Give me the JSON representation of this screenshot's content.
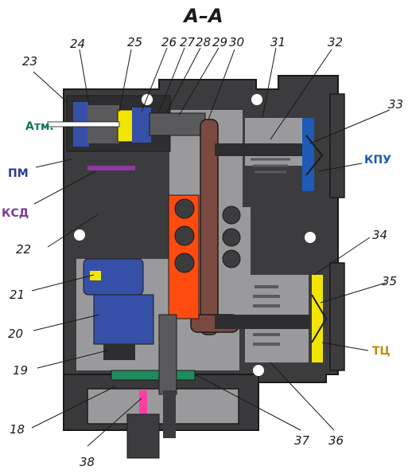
{
  "title": "A–A",
  "labels": {
    "atm": "Атм.",
    "pm": "ПМ",
    "ksd": "КСД",
    "kpu": "КПУ",
    "tc": "ТЦ"
  },
  "label_colors": {
    "atm": "#0f7a4e",
    "pm": "#2a3a9a",
    "ksd": "#7a3a9a",
    "kpu": "#1e5bb8",
    "tc": "#c08a00"
  },
  "numbers": [
    "18",
    "19",
    "20",
    "21",
    "22",
    "23",
    "24",
    "25",
    "26",
    "27",
    "28",
    "29",
    "30",
    "31",
    "32",
    "33",
    "34",
    "35",
    "36",
    "37",
    "38"
  ],
  "colors": {
    "housing": "#3c3c3e",
    "cavity": "#9a9a9c",
    "accent_orange": "#ff4a10",
    "lever": "#7a4a40",
    "blue_membrane": "#1e5bb8",
    "yellow_membrane": "#f2e600",
    "green_plate": "#1f8a5a",
    "pink_pin": "#ff3fa0",
    "blue_part": "#3650a8"
  }
}
